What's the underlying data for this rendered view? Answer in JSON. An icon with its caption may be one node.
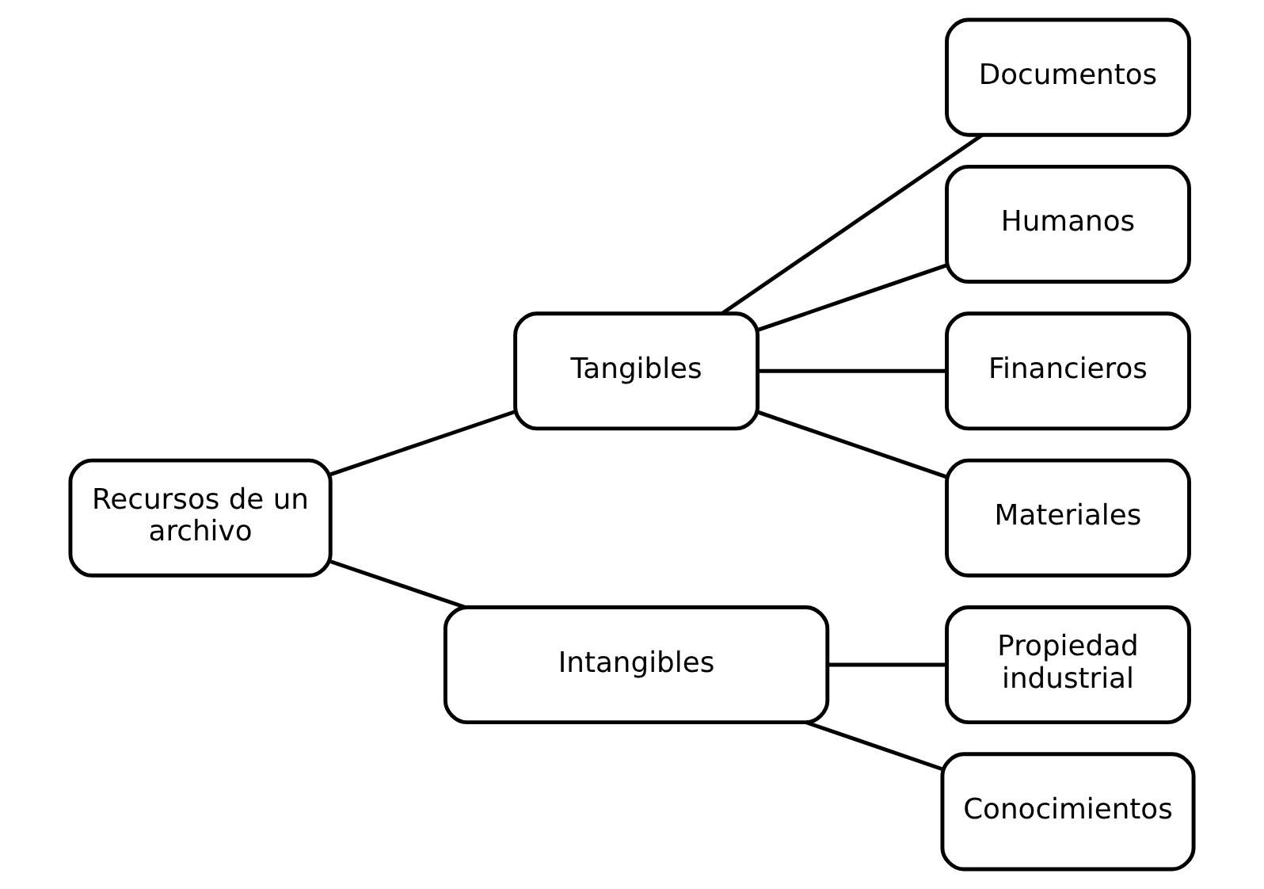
{
  "diagram": {
    "nodes": [
      {
        "text": [
          "Recursos de un archivo"
        ]
      },
      {
        "text": [
          "Tangibles"
        ]
      },
      {
        "text": [
          "Documentos"
        ]
      },
      {
        "text": [
          "Humanos"
        ]
      },
      {
        "text": [
          "Financieros"
        ]
      },
      {
        "text": [
          "Materiales"
        ]
      },
      {
        "text": [
          "Intangibles"
        ]
      },
      {
        "text": [
          "Propiedad industrial"
        ]
      },
      {
        "text": [
          "Conocimientos"
        ]
      }
    ],
    "edges": [
      {
        "from": 0,
        "to": 1,
        "arrow": "none"
      },
      {
        "from": 0,
        "to": 6,
        "arrow": "none"
      },
      {
        "from": 1,
        "to": 2,
        "arrow": "none"
      },
      {
        "from": 1,
        "to": 3,
        "arrow": "none"
      },
      {
        "from": 1,
        "to": 4,
        "arrow": "none"
      },
      {
        "from": 1,
        "to": 5,
        "arrow": "none"
      },
      {
        "from": 6,
        "to": 7,
        "arrow": "none"
      },
      {
        "from": 6,
        "to": 8,
        "arrow": "none"
      }
    ]
  }
}
